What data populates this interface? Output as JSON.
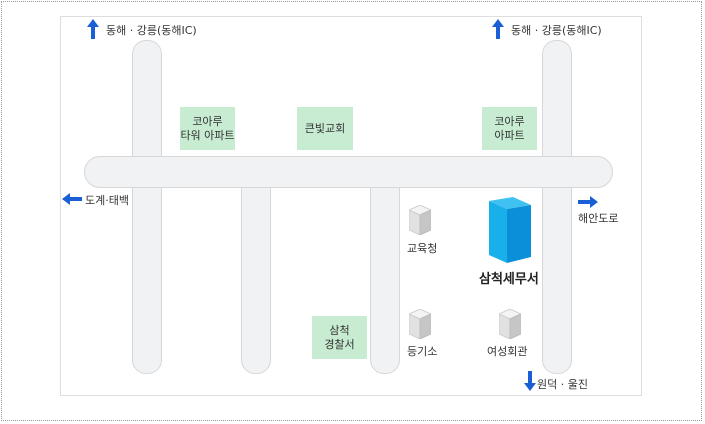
{
  "directions": {
    "north_left": "동해 · 강릉(동해IC)",
    "north_right": "동해 · 강릉(동해IC)",
    "west": "도계·태백",
    "east": "해안도로",
    "south": "원덕 · 울진"
  },
  "landmarks": {
    "koaru_tower": [
      "코아루",
      "타워 아파트"
    ],
    "church": "큰빛교회",
    "koaru_apt": [
      "코아루",
      "아파트"
    ],
    "police": [
      "삼척",
      "경찰서"
    ]
  },
  "buildings": {
    "education": "교육청",
    "registry": "등기소",
    "women_center": "여성회관",
    "tax_office": "삼척세무서"
  },
  "colors": {
    "arrow": "#1a5fd6",
    "label_bg": "#c8ecd2",
    "road": "#f1f2f4",
    "tax_office": "#0a8fd8"
  }
}
